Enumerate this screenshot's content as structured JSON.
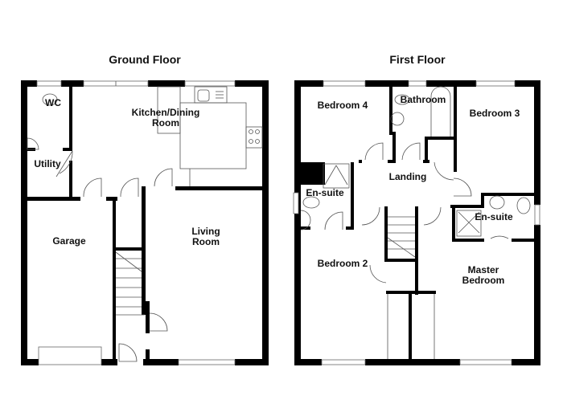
{
  "ground_floor": {
    "title": "Ground Floor",
    "rooms": {
      "wc": "WC",
      "utility": "Utility",
      "kitchen_line1": "Kitchen/Dining",
      "kitchen_line2": "Room",
      "garage": "Garage",
      "living_line1": "Living",
      "living_line2": "Room"
    }
  },
  "first_floor": {
    "title": "First Floor",
    "rooms": {
      "bedroom4": "Bedroom 4",
      "bathroom": "Bathroom",
      "bedroom3": "Bedroom 3",
      "landing": "Landing",
      "ensuite_left": "En-suite",
      "ensuite_right": "En-suite",
      "bedroom2": "Bedroom 2",
      "master_line1": "Master",
      "master_line2": "Bedroom"
    }
  },
  "colors": {
    "wall": "#000000",
    "fixture": "#555555",
    "background": "#ffffff"
  }
}
